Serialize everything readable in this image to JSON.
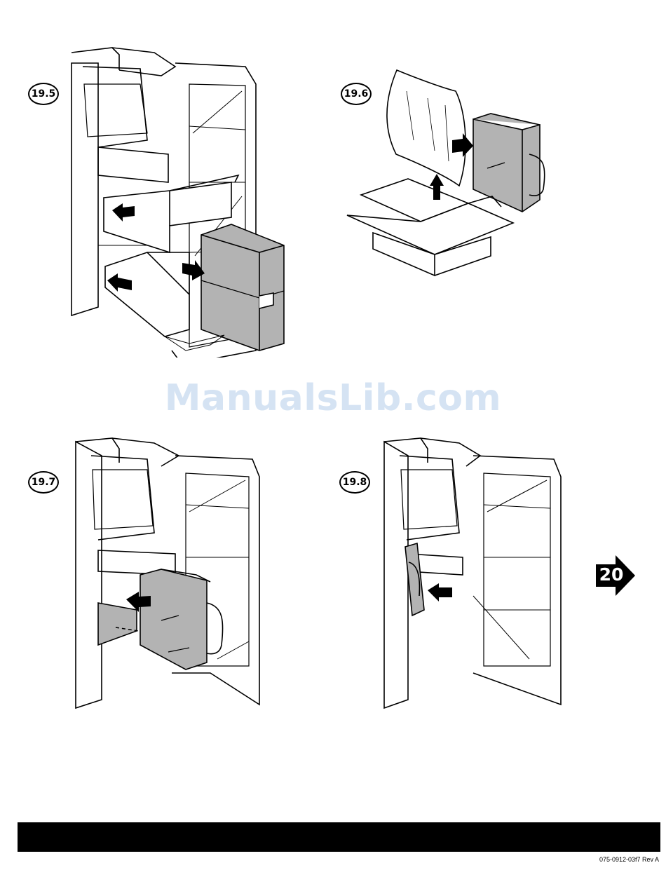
{
  "steps": [
    {
      "label": "19.5"
    },
    {
      "label": "19.6"
    },
    {
      "label": "19.7"
    },
    {
      "label": "19.8"
    }
  ],
  "watermark": "ManualsLib.com",
  "next_step": "20",
  "doc_code": "075-0912-03f7 Rev A",
  "colors": {
    "shade": "#b3b3b3",
    "ink": "#000000",
    "watermark": "#d5e3f3"
  }
}
